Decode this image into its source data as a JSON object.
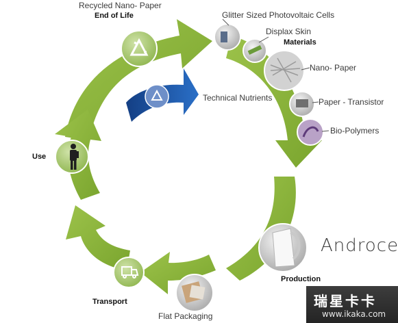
{
  "diagram": {
    "end_of_life": {
      "caption": "Recycled Nano- Paper",
      "title": "End of Life"
    },
    "technical_nutrients": "Technical Nutrients",
    "materials": {
      "items": [
        "Glitter Sized Photovoltaic Cells",
        "Displax Skin",
        "Materials",
        "Nano- Paper",
        "Paper - Transistor",
        "Bio-Polymers"
      ]
    },
    "production": "Production",
    "brand": "Androcell",
    "flat_packaging": "Flat Packaging",
    "transport": "Transport",
    "use": "Use"
  },
  "watermark": {
    "title": "瑞星卡卡",
    "url": "www.ikaka.com"
  },
  "colors": {
    "arrow_green": "#8db53c",
    "icon_green": "#a7c964",
    "tech_arrow_blue": "#1f5fb0"
  },
  "icons": [
    "recycle-icon",
    "person-icon",
    "truck-icon",
    "kettle-icon"
  ]
}
